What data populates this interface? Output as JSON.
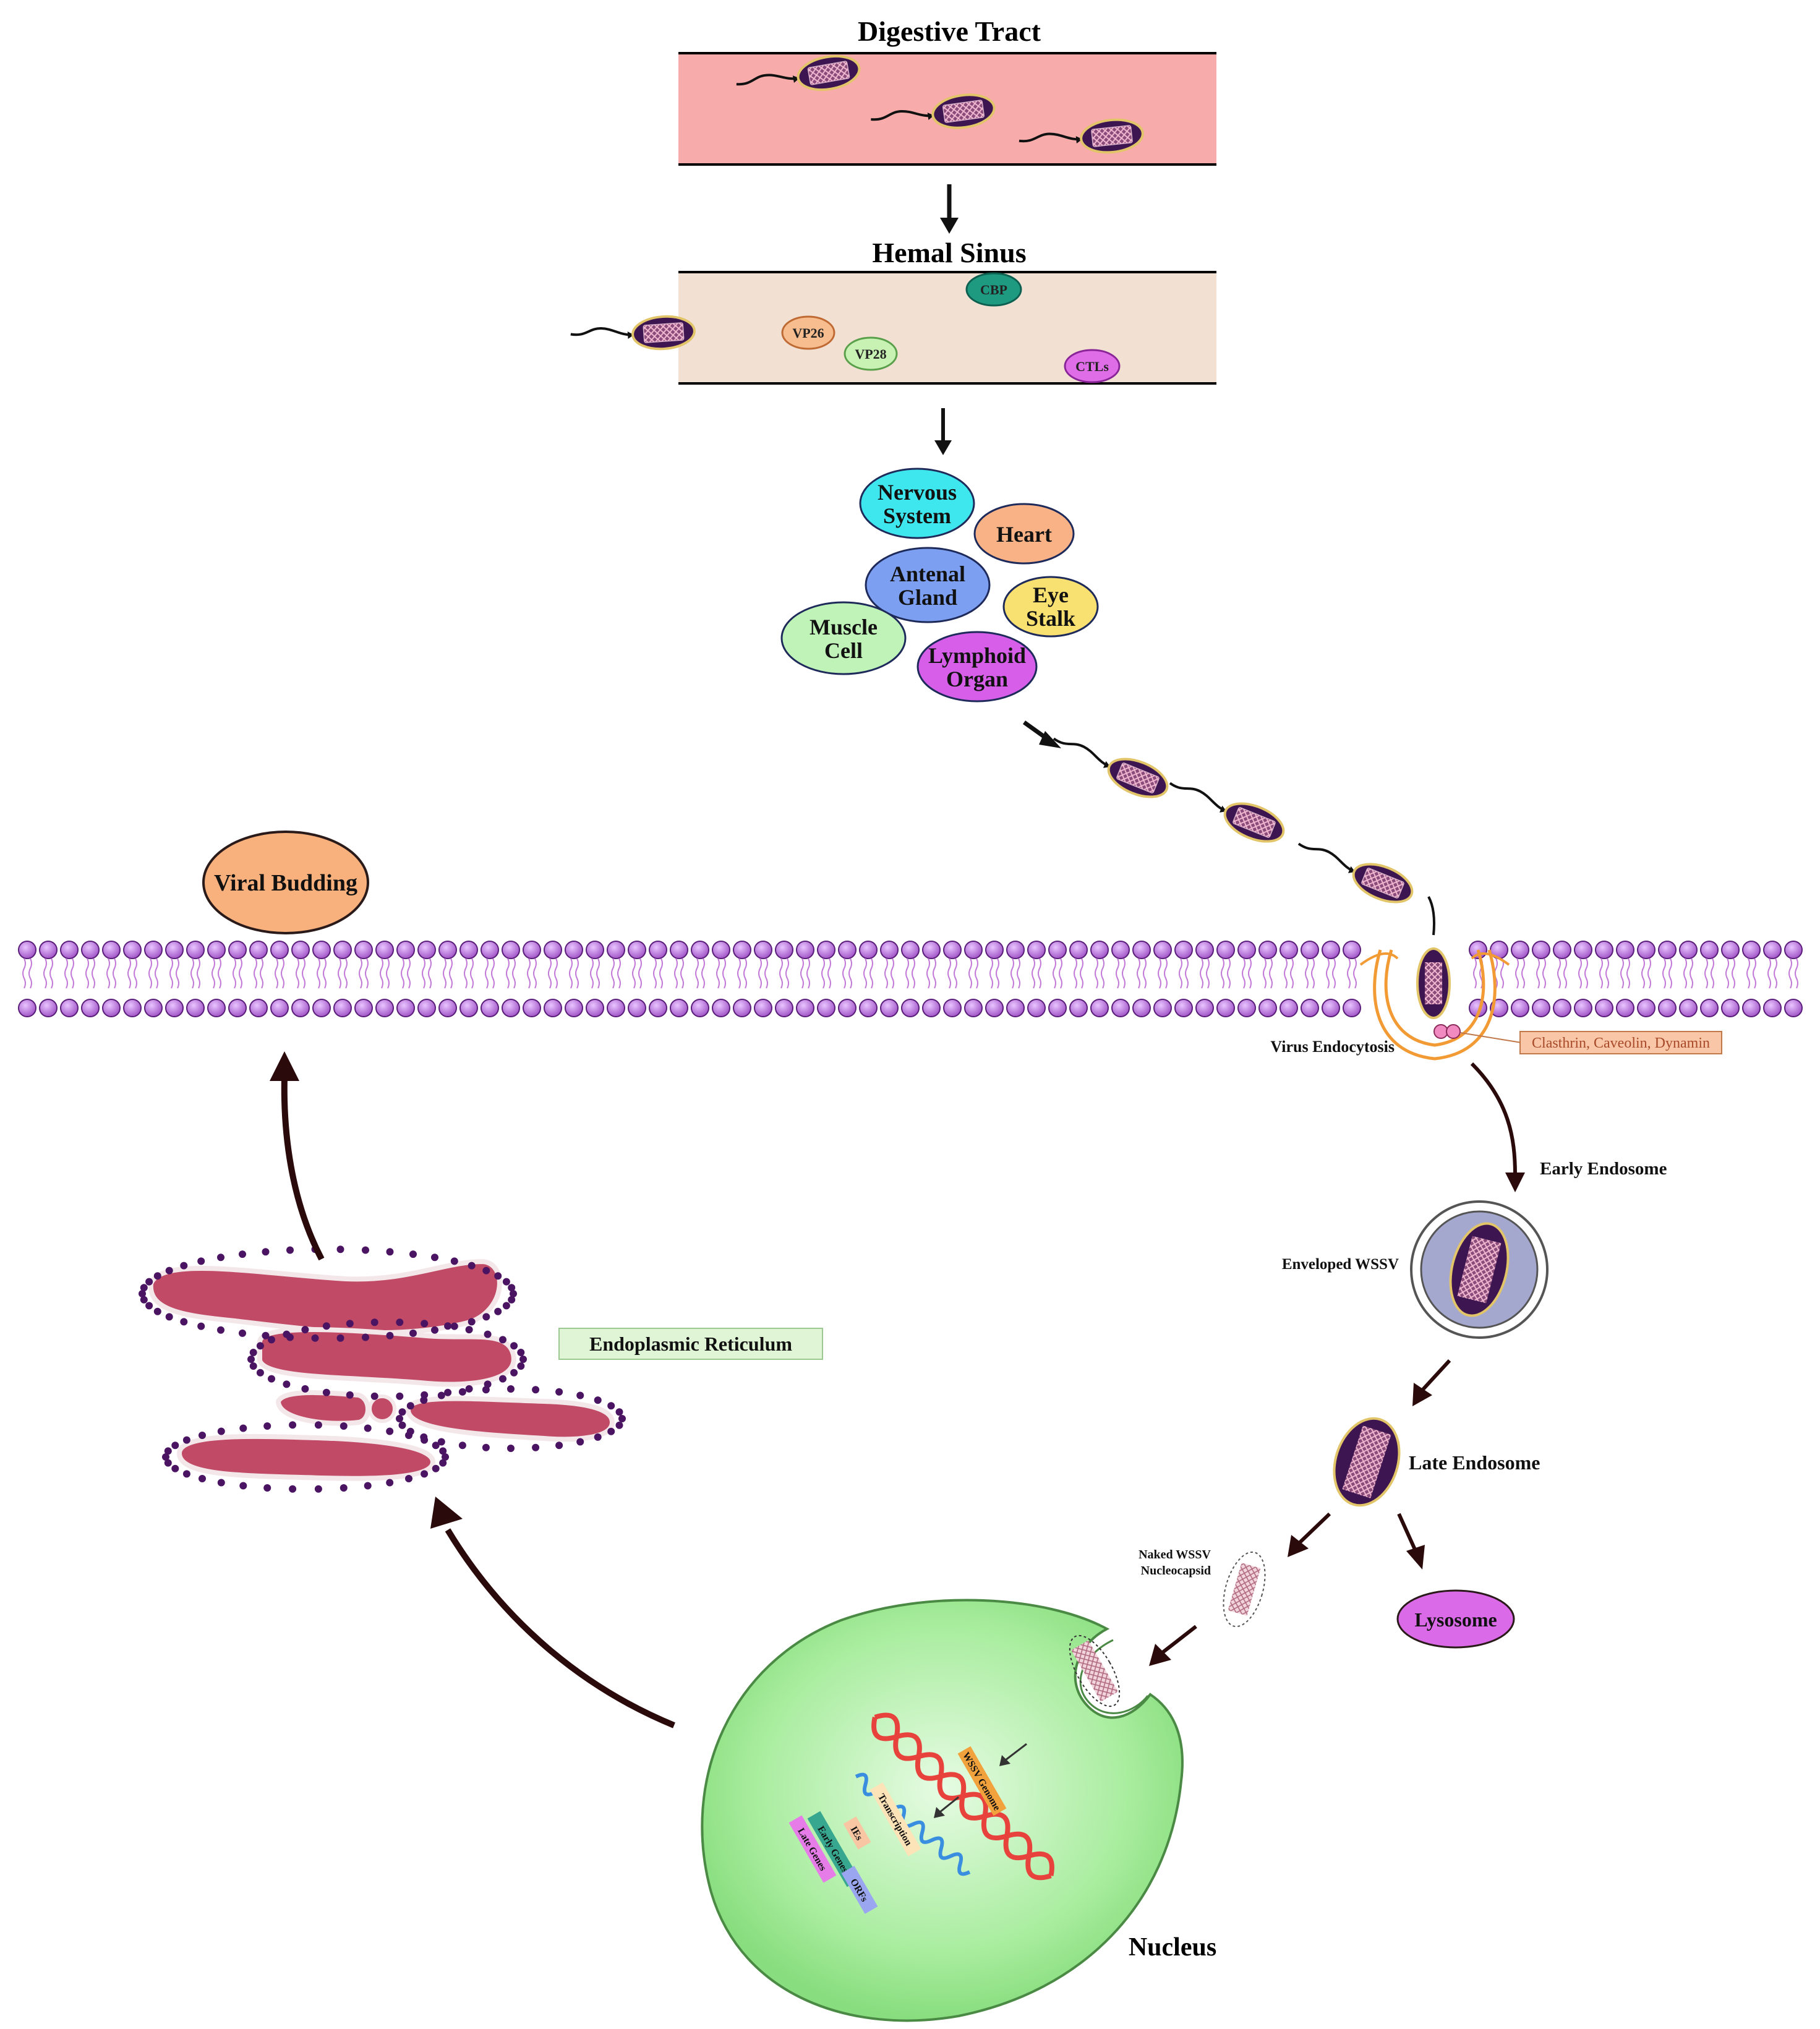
{
  "colors": {
    "digestive_fill": "#f8abab",
    "hemal_fill": "#f2e1d3",
    "virion": "#4a1e5a",
    "membrane_head": "#b36ad6",
    "nucleus": "#9ee89a",
    "er": "#b14b62",
    "arrow": "#2a0a0a"
  },
  "compartments": {
    "digestive_tract": "Digestive Tract",
    "hemal_sinus": "Hemal Sinus"
  },
  "proteins": {
    "cbp": "CBP",
    "vp26": "VP26",
    "vp28": "VP28",
    "ctls": "CTLs"
  },
  "organs": {
    "nervous_1": "Nervous",
    "nervous_2": "System",
    "heart": "Heart",
    "antenal_1": "Antenal",
    "antenal_2": "Gland",
    "eye_1": "Eye",
    "eye_2": "Stalk",
    "muscle_1": "Muscle",
    "muscle_2": "Cell",
    "lymphoid_1": "Lymphoid",
    "lymphoid_2": "Organ"
  },
  "steps": {
    "viral_budding": "Viral Budding",
    "virus_endocytosis": "Virus Endocytosis",
    "endocytosis_factors": "Clasthrin, Caveolin, Dynamin",
    "early_endosome": "Early Endosome",
    "enveloped_wssv": "Enveloped WSSV",
    "late_endosome": "Late Endosome",
    "naked_1": "Naked WSSV",
    "naked_2": "Nucleocapsid",
    "lysosome": "Lysosome",
    "nucleus": "Nucleus",
    "er": "Endoplasmic Reticulum"
  },
  "nucleus_labels": {
    "genome": "WSSV Genome",
    "transcription": "Transcription",
    "ie": "IEs",
    "early": "Early Genes",
    "late": "Late Genes",
    "orfs": "ORFs"
  },
  "icons": {
    "arrow": "arrow-icon",
    "virion": "wssv-virion-icon",
    "dna": "dna-helix-icon",
    "rna": "rna-strand-icon"
  }
}
